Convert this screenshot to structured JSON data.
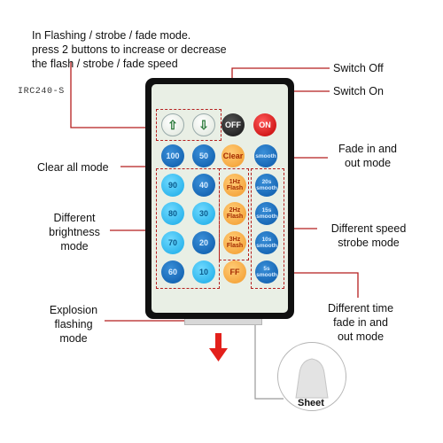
{
  "labels": {
    "flash_note": "In Flashing / strobe / fade mode.\npress 2 buttons to increase or decrease\nthe flash / strobe / fade speed",
    "switch_off": "Switch Off",
    "switch_on": "Switch On",
    "fade_inout": "Fade in and\nout mode",
    "clear_all": "Clear all mode",
    "brightness": "Different\nbrightness\nmode",
    "speed_strobe": "Different speed\nstrobe mode",
    "explosion": "Explosion\nflashing\nmode",
    "time_fade": "Different time\nfade in and\nout mode",
    "sheet": "Sheet"
  },
  "remote": {
    "model": "IRC240-S",
    "up_glyph": "⇧",
    "down_glyph": "⇩",
    "off": "OFF",
    "on": "ON",
    "clear": "Clear",
    "smooth": "smooth",
    "brightness_left": [
      "100",
      "90",
      "80",
      "70",
      "60"
    ],
    "brightness_right": [
      "50",
      "40",
      "30",
      "20",
      "10"
    ],
    "flash": [
      "1Hz\nFlash",
      "2Hz\nFlash",
      "3Hz\nFlash"
    ],
    "ff": "FF",
    "fade_times": [
      "20s\nsmooth",
      "15s\nsmooth",
      "10s\nsmooth",
      "5s\nsmooth"
    ]
  },
  "colors": {
    "accent_red": "#b51e1e",
    "arrow_red": "#e3201b",
    "body": "#101010",
    "face": "#e9efe5"
  }
}
